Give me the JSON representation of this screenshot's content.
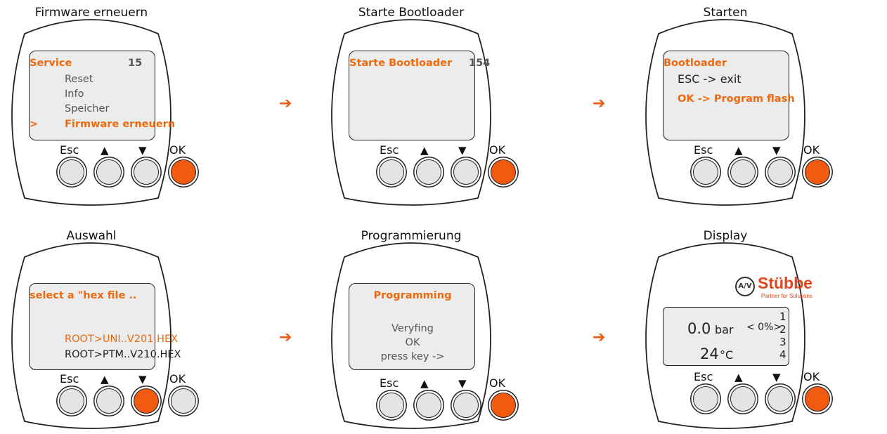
{
  "panels": [
    {
      "title": "Firmware erneuern",
      "screen": {
        "header": "Service",
        "code": "15",
        "items": [
          "Reset",
          "Info",
          "Speicher"
        ],
        "cursor": ">",
        "selected": "Firmware erneuern"
      },
      "keys": {
        "esc": "Esc",
        "up": "▲",
        "down": "▼",
        "ok": "OK"
      },
      "active_button": "ok"
    },
    {
      "title": "Starte Bootloader",
      "screen": {
        "header": "Starte Bootloader",
        "code": "154"
      },
      "keys": {
        "esc": "Esc",
        "up": "▲",
        "down": "▼",
        "ok": "OK"
      },
      "active_button": "ok"
    },
    {
      "title": "Starten",
      "screen": {
        "header": "Bootloader",
        "line1": "ESC -> exit",
        "line2": "OK -> Program flash"
      },
      "keys": {
        "esc": "Esc",
        "up": "▲",
        "down": "▼",
        "ok": "OK"
      },
      "active_button": "ok"
    },
    {
      "title": "Auswahl",
      "screen": {
        "header": "select a \"hex file ..",
        "file1": "ROOT>UNI..V201.HEX",
        "file2": "ROOT>PTM..V210.HEX"
      },
      "keys": {
        "esc": "Esc",
        "up": "▲",
        "down": "▼",
        "ok": "OK"
      },
      "active_button": "down"
    },
    {
      "title": "Programmierung",
      "screen": {
        "header": "Programming",
        "line1": "Veryfing",
        "line2": "OK",
        "line3": "press key ->"
      },
      "keys": {
        "esc": "Esc",
        "up": "▲",
        "down": "▼",
        "ok": "OK"
      },
      "active_button": "ok"
    },
    {
      "title": "Display",
      "brand": {
        "name": "Stübbe",
        "tagline": "Partner for Solutions",
        "logo_letters": "A/V"
      },
      "screen": {
        "value1": "0.0",
        "unit1": "bar",
        "percent": "< 0%>",
        "value2": "24",
        "unit2": "°C",
        "side_numbers": [
          "1",
          "2",
          "3",
          "4"
        ]
      },
      "keys": {
        "esc": "Esc",
        "up": "▲",
        "down": "▼",
        "ok": "OK"
      },
      "active_button": "ok"
    }
  ],
  "arrows": [
    "➔",
    "➔",
    "➔",
    "➔"
  ],
  "colors": {
    "accent": "#ee6a10",
    "button_active": "#f25a0f",
    "button_idle": "#e3e5e5",
    "screen": "#ececec",
    "brand_red": "#e2441b"
  }
}
